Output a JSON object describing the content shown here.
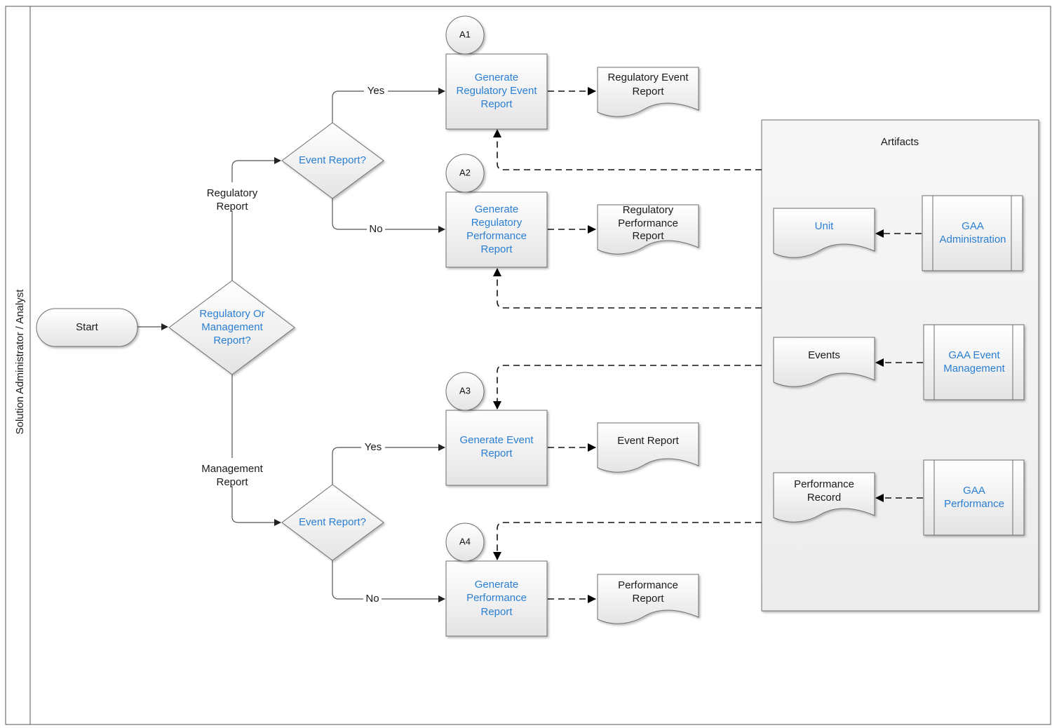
{
  "lane": {
    "label": "Solution Administrator / Analyst"
  },
  "start": {
    "label": "Start"
  },
  "decision_main": {
    "lines": [
      "Regulatory Or",
      "Management",
      "Report?"
    ]
  },
  "decision_top": {
    "label": "Event Report?"
  },
  "decision_bottom": {
    "label": "Event Report?"
  },
  "edges": {
    "regulatory": [
      "Regulatory",
      "Report"
    ],
    "management": [
      "Management",
      "Report"
    ],
    "yes_top": "Yes",
    "no_top": "No",
    "yes_bottom": "Yes",
    "no_bottom": "No"
  },
  "steps": [
    {
      "id": "A1",
      "lines": [
        "Generate",
        "Regulatory Event",
        "Report"
      ]
    },
    {
      "id": "A2",
      "lines": [
        "Generate",
        "Regulatory",
        "Performance",
        "Report"
      ]
    },
    {
      "id": "A3",
      "lines": [
        "Generate Event",
        "Report"
      ]
    },
    {
      "id": "A4",
      "lines": [
        "Generate",
        "Performance",
        "Report"
      ]
    }
  ],
  "outputs": [
    {
      "lines": [
        "Regulatory Event",
        "Report"
      ]
    },
    {
      "lines": [
        "Regulatory",
        "Performance",
        "Report"
      ]
    },
    {
      "lines": [
        "Event Report"
      ]
    },
    {
      "lines": [
        "Performance",
        "Report"
      ]
    }
  ],
  "artifacts": {
    "title": "Artifacts",
    "documents": [
      {
        "lines": [
          "Unit"
        ],
        "link": true
      },
      {
        "lines": [
          "Events"
        ],
        "link": false
      },
      {
        "lines": [
          "Performance",
          "Record"
        ],
        "link": false
      }
    ],
    "subprocesses": [
      {
        "lines": [
          "GAA",
          "Administration"
        ]
      },
      {
        "lines": [
          "GAA Event",
          "Management"
        ]
      },
      {
        "lines": [
          "GAA",
          "Performance"
        ]
      }
    ]
  },
  "colors": {
    "link": "#2a7fd4",
    "text": "#1a1a1a",
    "border": "#6e6e6e"
  }
}
